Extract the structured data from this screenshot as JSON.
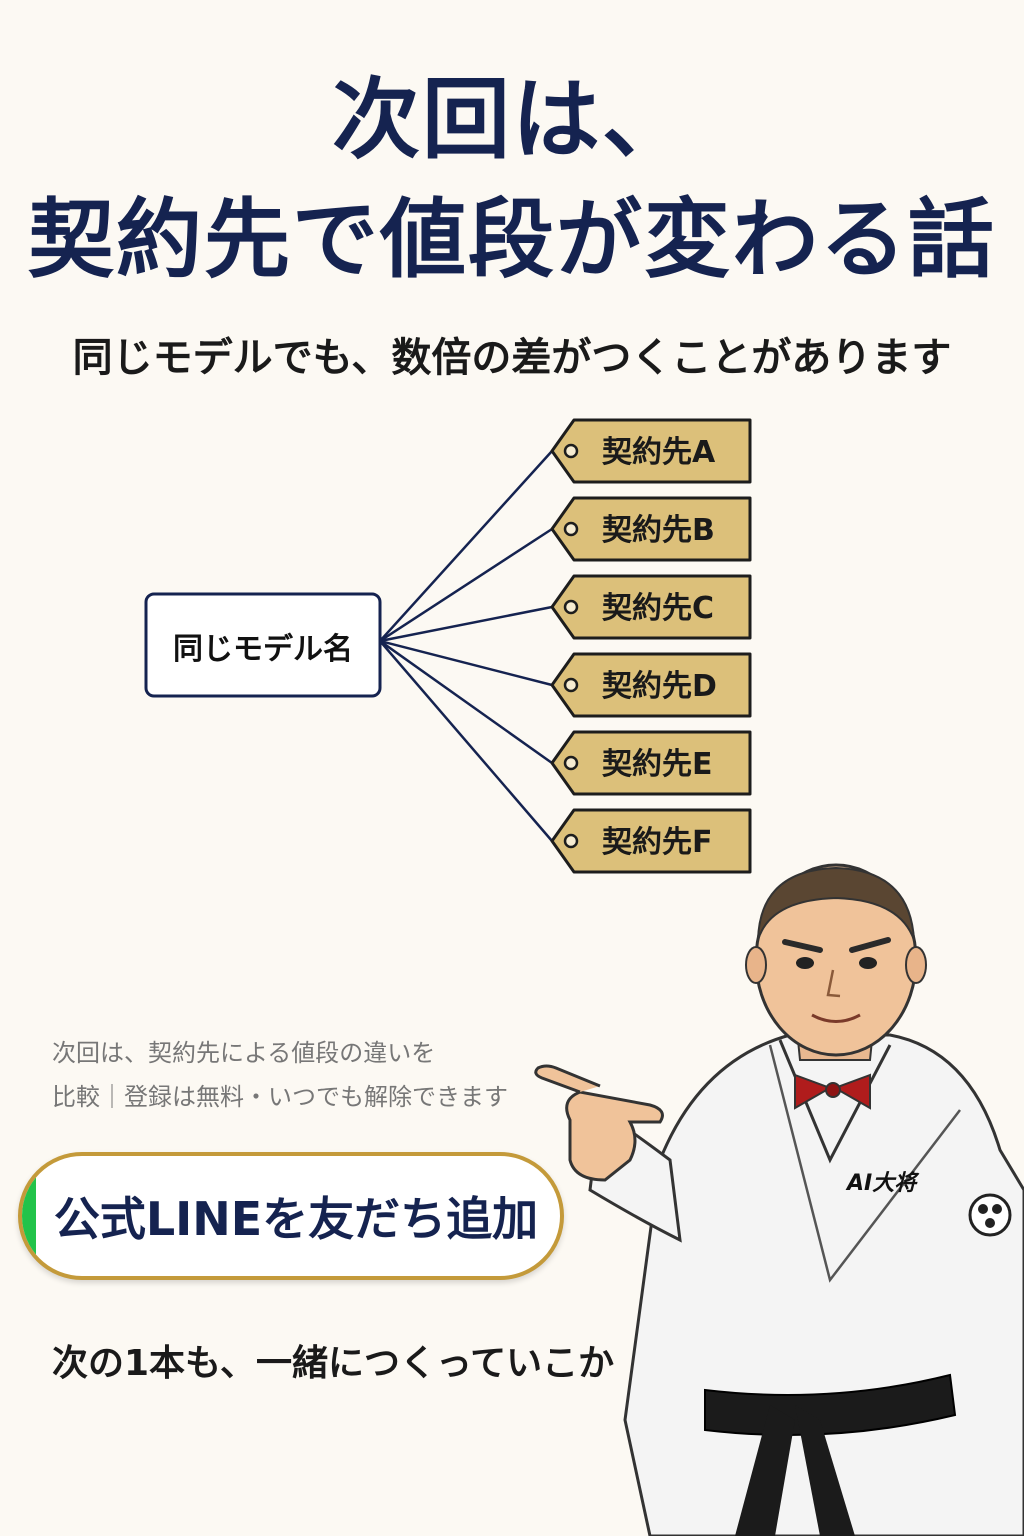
{
  "header": {
    "title_line1": "次回は、",
    "title_line2": "契約先で値段が変わる話",
    "subtitle": "同じモデルでも、数倍の差がつくことがあります"
  },
  "diagram": {
    "source": "同じモデル名",
    "targets": [
      "契約先A",
      "契約先B",
      "契約先C",
      "契約先D",
      "契約先E",
      "契約先F"
    ]
  },
  "notice": {
    "line1": "次回は、契約先による値段の違いを",
    "line2": "比較｜登録は無料・いつでも解除できます"
  },
  "cta": {
    "label": "公式LINEを友だち追加"
  },
  "closing": "次の1本も、一緒につくっていこか",
  "character": {
    "badge": "AI大将",
    "icon": "mascot-chef-pointing"
  },
  "colors": {
    "navy": "#152350",
    "tag_gold": "#dcc07a",
    "cta_border": "#c49a3a",
    "line_green": "#22c34a",
    "background": "#fcf9f3"
  }
}
